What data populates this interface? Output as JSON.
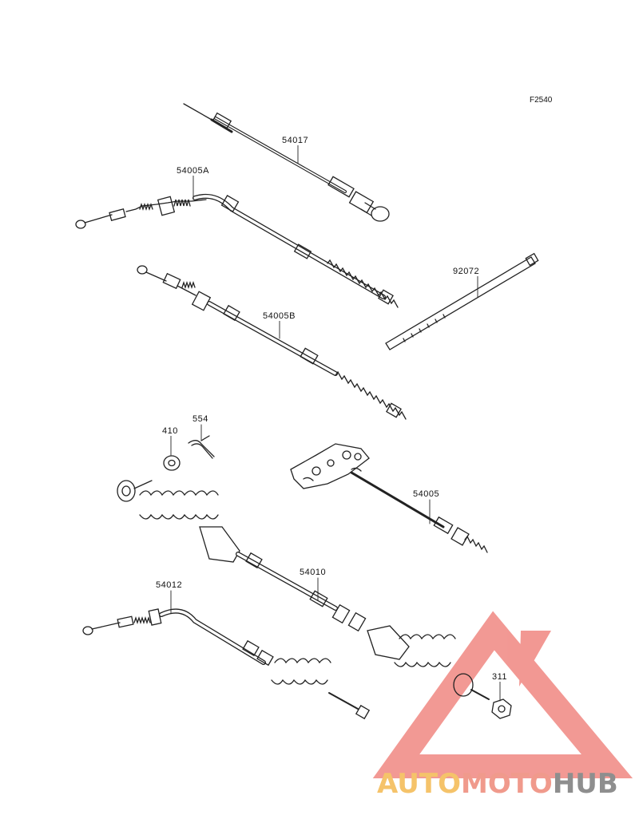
{
  "figure_code": "F2540",
  "parts": [
    {
      "id": "p54017",
      "number": "54017"
    },
    {
      "id": "p54005A",
      "number": "54005A"
    },
    {
      "id": "p54005B",
      "number": "54005B"
    },
    {
      "id": "p92072",
      "number": "92072"
    },
    {
      "id": "p410",
      "number": "410"
    },
    {
      "id": "p554",
      "number": "554"
    },
    {
      "id": "p54005",
      "number": "54005"
    },
    {
      "id": "p54010",
      "number": "54010"
    },
    {
      "id": "p54012",
      "number": "54012"
    },
    {
      "id": "p311",
      "number": "311"
    }
  ],
  "watermark": {
    "part1": "AUTO",
    "part2": "MOTO",
    "part3": "HUB"
  },
  "colors": {
    "line": "#222222",
    "watermark_red": "#e8453c",
    "watermark_yellow": "#f5c36a",
    "watermark_gray": "#8e8e8e"
  }
}
